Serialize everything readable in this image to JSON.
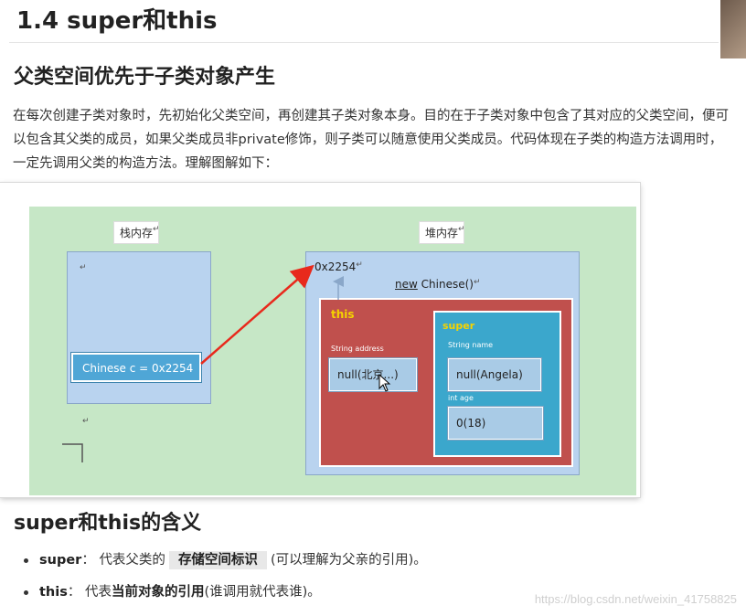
{
  "heading1": "1.4 super和this",
  "heading2": "父类空间优先于子类对象产生",
  "paragraph": "在每次创建子类对象时，先初始化父类空间，再创建其子类对象本身。目的在于子类对象中包含了其对应的父类空间，便可以包含其父类的成员，如果父类成员非private修饰，则子类可以随意使用父类成员。代码体现在子类的构造方法调用时，一定先调用父类的构造方法。理解图解如下：",
  "diagram": {
    "stack_label": "栈内存",
    "heap_label": "堆内存",
    "stack_var": "Chinese c = 0x2254",
    "heap_address": "0x2254",
    "new_kw": "new",
    "new_class": "Chinese()",
    "this_label": "this",
    "string_address": "String address",
    "address_value": "null(北京...)",
    "super_label": "super",
    "string_name": "String name",
    "name_value": "null(Angela)",
    "int_age": "int age",
    "age_value": "0(18)"
  },
  "heading3": "super和this的含义",
  "bullets": [
    {
      "term": "super",
      "sep": "：",
      "pre": "代表父类的",
      "highlight": "存储空间标识",
      "post": "(可以理解为父亲的引用)。"
    },
    {
      "term": "this",
      "sep": "：",
      "pre": "代表",
      "highlight": "当前对象的引用",
      "post": "(谁调用就代表谁)。"
    }
  ],
  "watermark": "https://blog.csdn.net/weixin_41758825",
  "colors": {
    "green_bg": "#c6e7c6",
    "memory_blue": "#b9d3ef",
    "this_red": "#c0504d",
    "super_teal": "#3ba7cc",
    "arrow_red": "#e8291c",
    "label_yellow": "#f5d300"
  }
}
